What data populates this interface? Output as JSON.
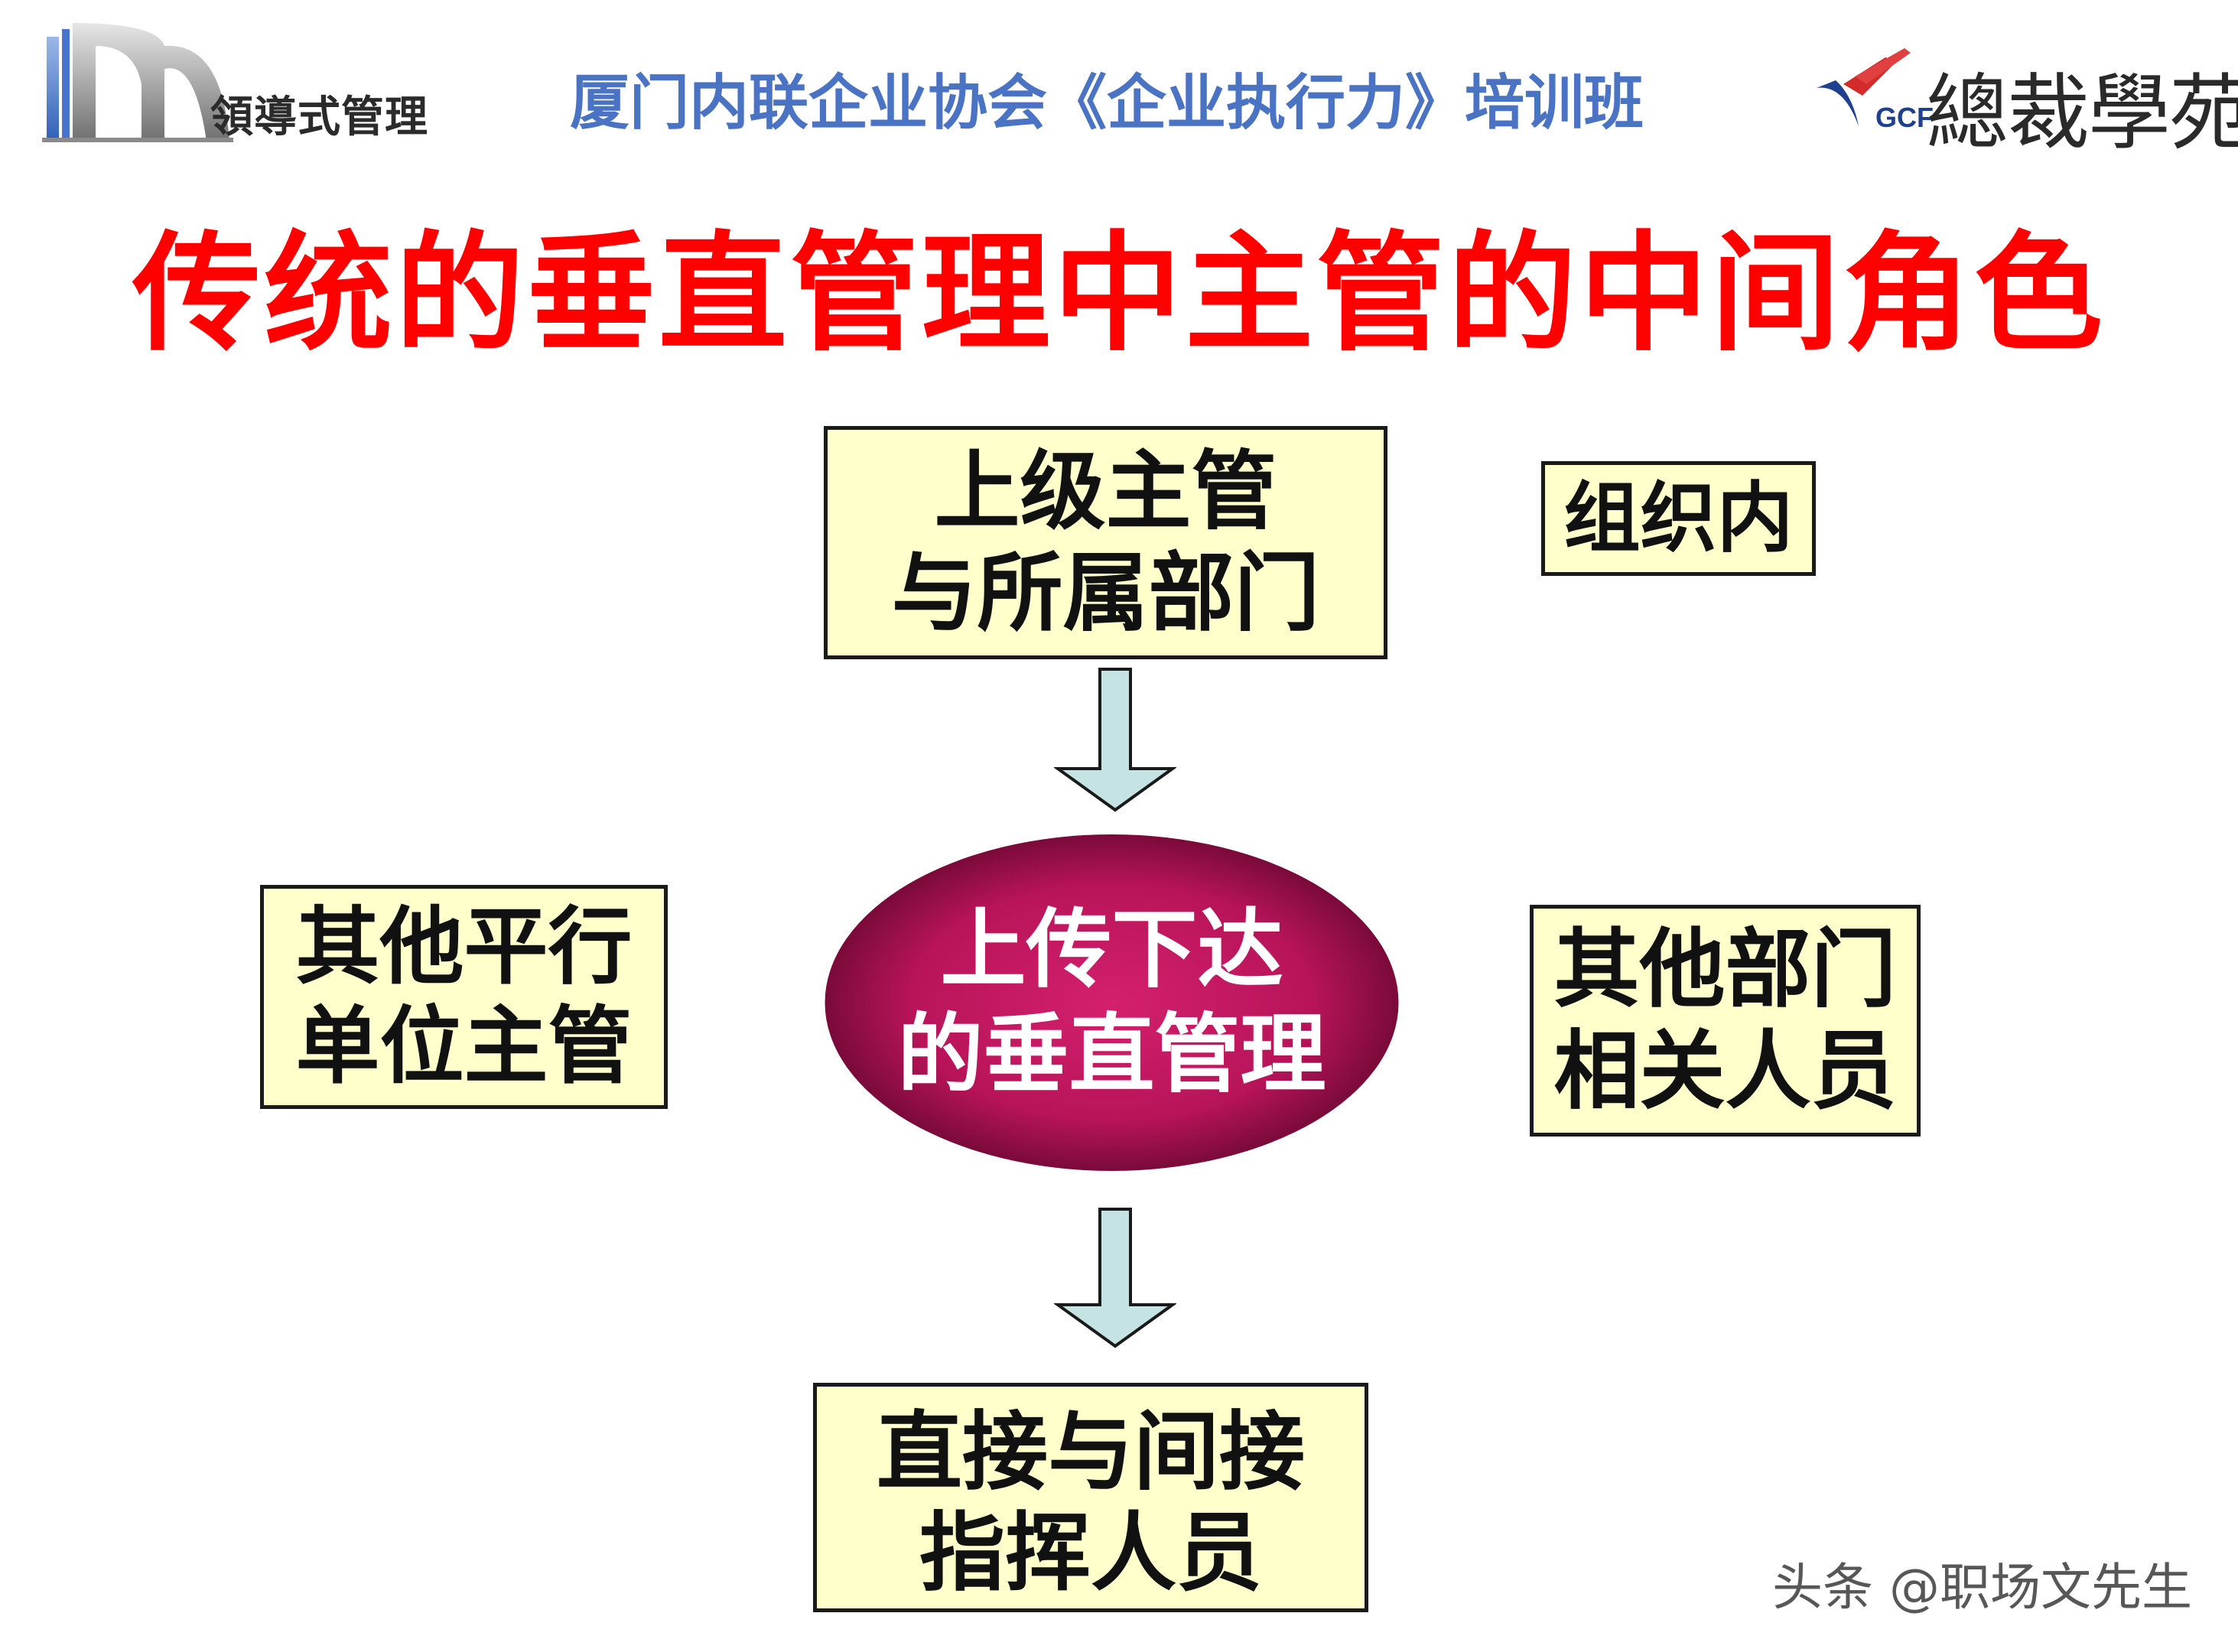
{
  "header": {
    "left_logo_text": "領導式管理",
    "title": "厦门内联企业协会《企业执行力》培训班",
    "right_logo_gcf": "GCF",
    "right_logo_text": "總裁學苑"
  },
  "main_title": "传统的垂直管理中主管的中间角色",
  "diagram": {
    "superior": {
      "line1": "上级主管",
      "line2": "与所属部门"
    },
    "org_label": "组织内",
    "center": {
      "line1": "上传下达",
      "line2": "的垂直管理"
    },
    "peer": {
      "line1": "其他平行",
      "line2": "单位主管"
    },
    "other_dept": {
      "line1": "其他部门",
      "line2": "相关人员"
    },
    "subordinate": {
      "line1": "直接与间接",
      "line2": "指挥人员"
    }
  },
  "watermark": "头条 @职场文先生",
  "colors": {
    "title_red": "#ff0000",
    "header_blue": "#4a73c4",
    "box_fill": "#ffffcc",
    "arrow_fill": "#c5e3e3",
    "ellipse_center": "#d4206e",
    "ellipse_edge": "#7a0a3a"
  }
}
